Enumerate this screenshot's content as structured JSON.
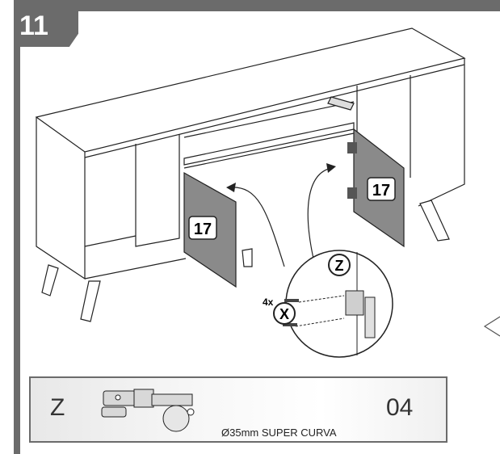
{
  "step": {
    "number": "11"
  },
  "illustration": {
    "door_panel_label": "17",
    "hinge_code": "Z",
    "screw_code": "X",
    "screw_count": "4x"
  },
  "legend": {
    "code": "Z",
    "description": "Ø35mm SUPER CURVA",
    "quantity": "04"
  },
  "colors": {
    "frame": "#6b6b6b",
    "door": "#8a8a8a"
  }
}
